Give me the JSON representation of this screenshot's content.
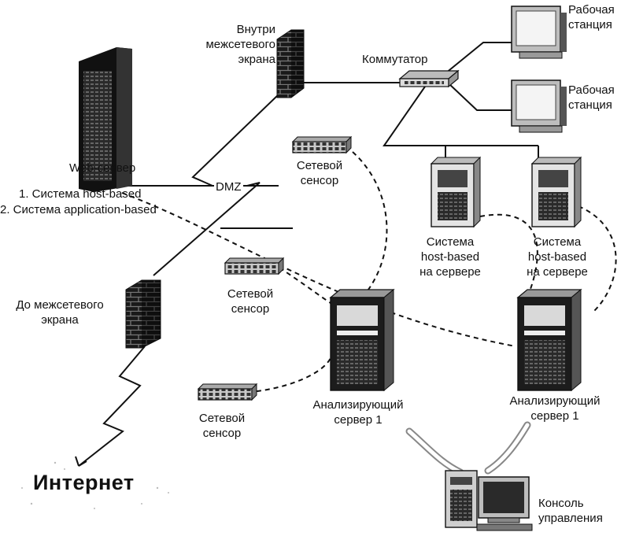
{
  "labels": {
    "workstation_top": [
      "Рабочая",
      "станция"
    ],
    "workstation_mid": [
      "Рабочая",
      "станция"
    ],
    "switch": "Коммутатор",
    "firewall_inside": [
      "Внутри",
      "межсетевого",
      "экрана"
    ],
    "web_server": "Web-сервер",
    "host_system_1": "1. Система host-based",
    "host_system_2": "2. Система application-based",
    "dmz": "DMZ",
    "sensor_top": [
      "Сетевой",
      "сенсор"
    ],
    "sensor_mid": [
      "Сетевой",
      "сенсор"
    ],
    "sensor_bottom": [
      "Сетевой",
      "сенсор"
    ],
    "host_server_1": [
      "Система",
      "host-based",
      "на сервере"
    ],
    "host_server_2": [
      "Система",
      "host-based",
      "на сервере"
    ],
    "firewall_outside": [
      "До межсетевого",
      "экрана"
    ],
    "analyzer_1": [
      "Анализирующий",
      "сервер 1"
    ],
    "analyzer_2": [
      "Анализирующий",
      "сервер 1"
    ],
    "internet": "Интернет",
    "console": [
      "Консоль",
      "управления"
    ]
  },
  "icons": [
    "server-tower-icon",
    "firewall-wall-icon",
    "switch-icon",
    "workstation-monitor-icon",
    "network-sensor-icon",
    "lightning-bolt-icon",
    "console-computer-icon"
  ]
}
